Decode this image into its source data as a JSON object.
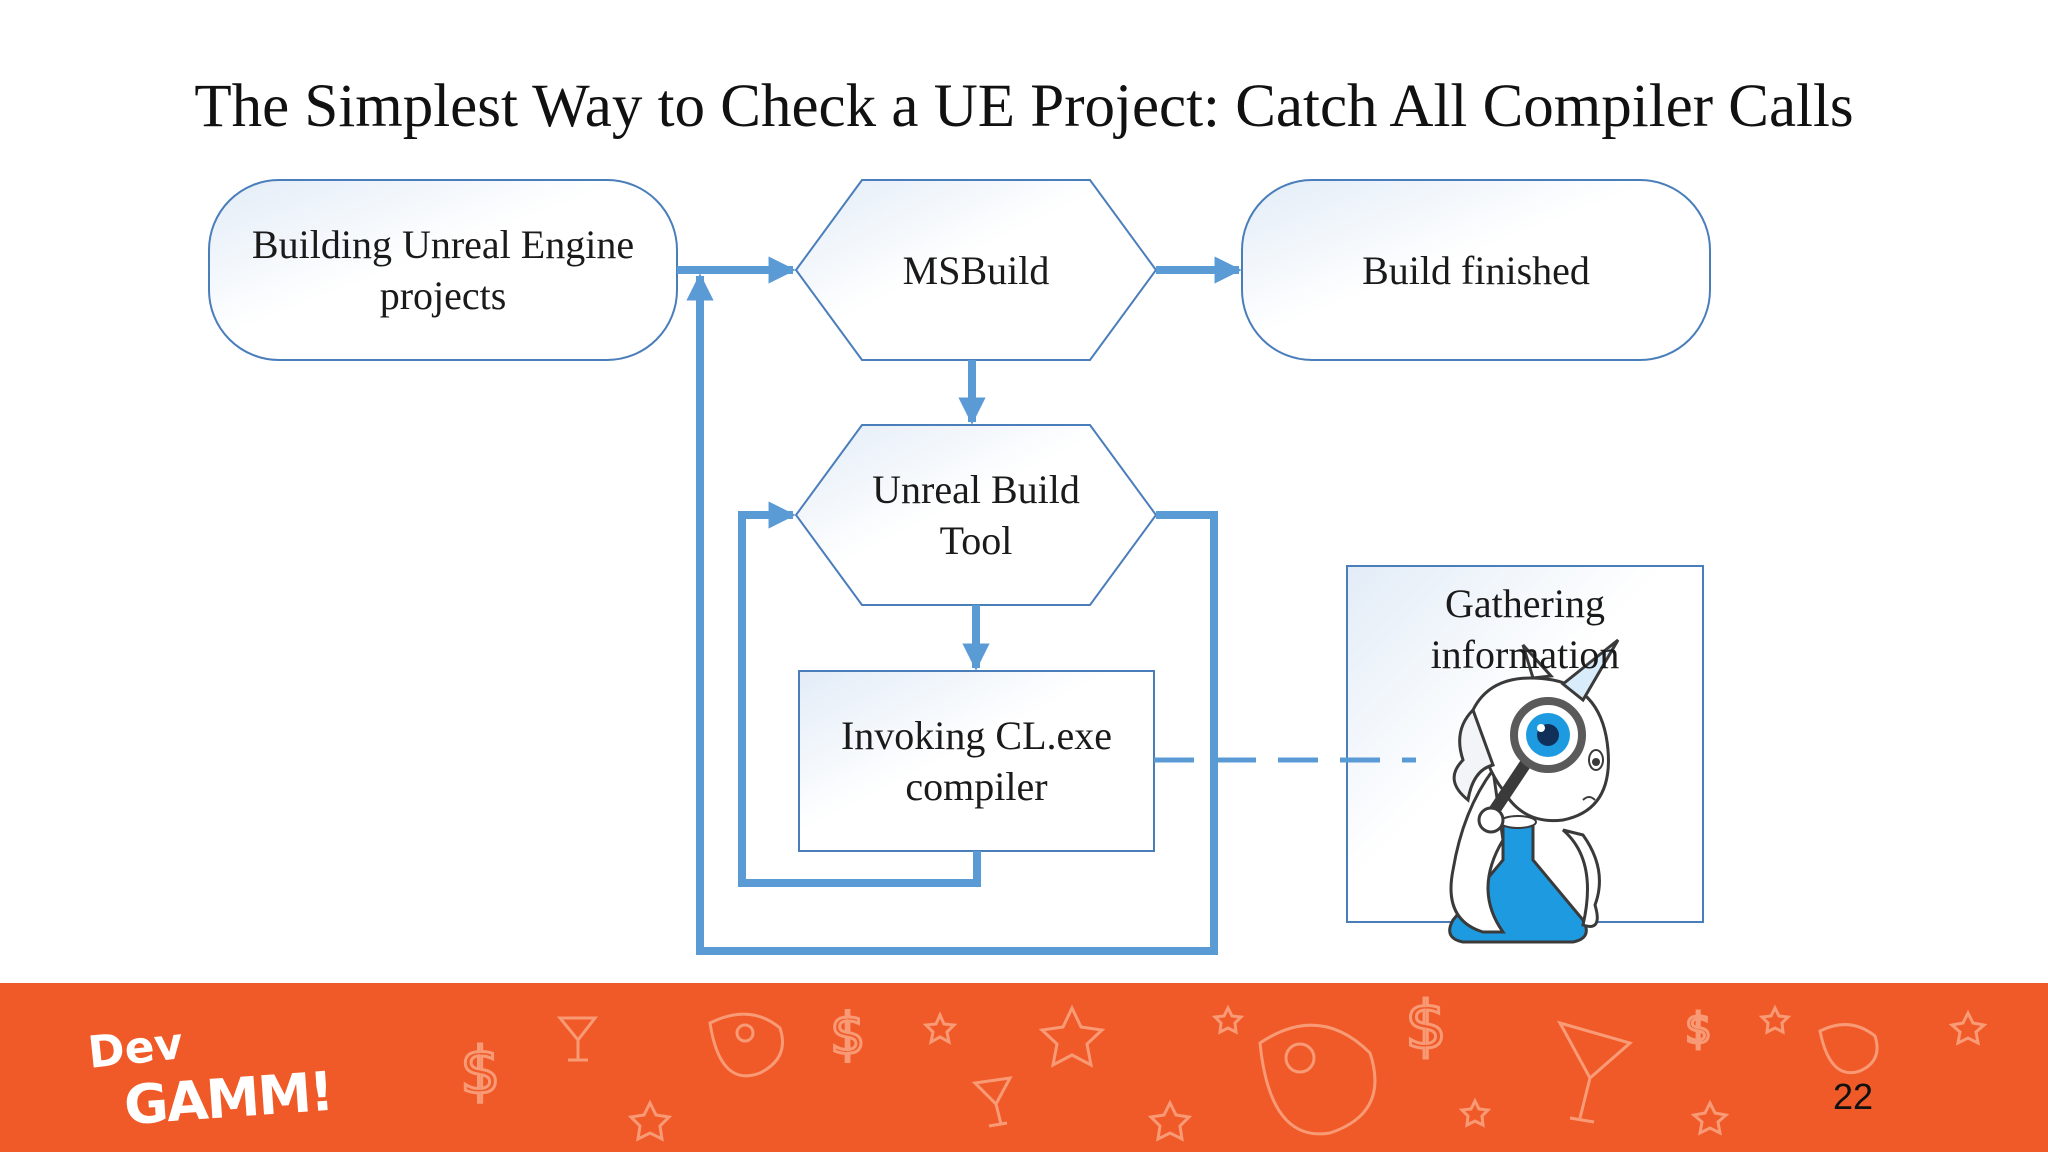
{
  "title": "The Simplest Way to Check a UE Project: Catch All Compiler Calls",
  "nodes": {
    "building": "Building Unreal Engine projects",
    "msbuild": "MSBuild",
    "finished": "Build finished",
    "ubt": "Unreal Build Tool",
    "clexe": "Invoking CL.exe compiler",
    "gathering": "Gathering information"
  },
  "footer": {
    "logo_top": "Dev",
    "logo_bottom": "GAMM!",
    "page_number": "22"
  },
  "colors": {
    "arrow": "#5b9bd5",
    "node_border": "#4a7ebb",
    "footer_bg": "#f05a28"
  },
  "icons": [
    "unicorn-mascot-icon",
    "magnifier-icon",
    "flask-icon",
    "dollar-icon",
    "star-icon",
    "gamepad-icon",
    "cocktail-icon"
  ]
}
